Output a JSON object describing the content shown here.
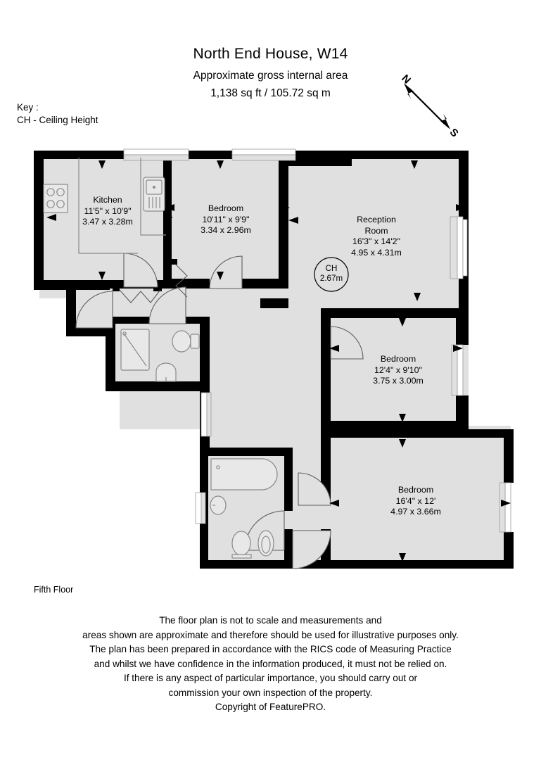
{
  "header": {
    "title": "North End House, W14",
    "subtitle_line1": "Approximate gross internal area",
    "subtitle_line2": "1,138 sq ft  / 105.72 sq m"
  },
  "key": {
    "heading": "Key :",
    "entry": "CH - Ceiling Height"
  },
  "compass": {
    "north_label": "N",
    "south_label": "S"
  },
  "rooms": [
    {
      "id": "kitchen",
      "name": "Kitchen",
      "dim_imperial": "11'5\" x 10'9\"",
      "dim_metric": "3.47 x 3.28m"
    },
    {
      "id": "bedroom-1",
      "name": "Bedroom",
      "dim_imperial": "10'11\" x 9'9\"",
      "dim_metric": "3.34 x 2.96m"
    },
    {
      "id": "reception-room",
      "name": "Reception",
      "name2": "Room",
      "dim_imperial": "16'3\" x 14'2\"",
      "dim_metric": "4.95 x 4.31m"
    },
    {
      "id": "bedroom-2",
      "name": "Bedroom",
      "dim_imperial": "12'4\" x 9'10\"",
      "dim_metric": "3.75 x 3.00m"
    },
    {
      "id": "bedroom-3",
      "name": "Bedroom",
      "dim_imperial": "16'4\" x 12'",
      "dim_metric": "4.97 x 3.66m"
    }
  ],
  "ceiling_height": {
    "abbr": "CH",
    "value": "2.67m"
  },
  "floor_caption": "Fifth Floor",
  "disclaimer": [
    "The floor plan is not to scale and measurements and",
    "areas shown are approximate and therefore should be used for illustrative purposes only.",
    "The plan has been prepared in accordance with the RICS code of Measuring Practice",
    "and whilst we have confidence in the information produced, it must not be relied on.",
    "If there is any aspect of particular importance, you should carry out or",
    "commission your own inspection of the property.",
    "Copyright of FeaturePRO."
  ],
  "colors": {
    "wall": "#000000",
    "floor_fill": "#e0e0e0",
    "window": "#ffffff",
    "fixture_stroke": "#8a8a8a",
    "background": "#ffffff"
  }
}
